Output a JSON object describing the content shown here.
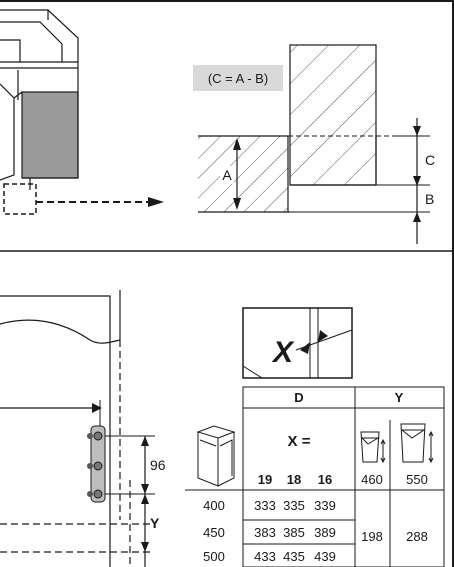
{
  "formula_label": "(C = A - B)",
  "dim_labels": {
    "a": "A",
    "b": "B",
    "c": "C"
  },
  "detail_symbol": "X",
  "dim_96": "96",
  "dim_y_side": "Y",
  "table": {
    "col_d_header": "D",
    "col_y_header": "Y",
    "x_equals": "X =",
    "thickness": [
      "19",
      "18",
      "16"
    ],
    "y_sizes": [
      "460",
      "550"
    ],
    "rows": [
      {
        "d": "400",
        "x": [
          "333",
          "335",
          "339"
        ]
      },
      {
        "d": "450",
        "x": [
          "383",
          "385",
          "389"
        ]
      },
      {
        "d": "500",
        "x": [
          "433",
          "435",
          "439"
        ]
      }
    ],
    "y_values": [
      "198",
      "288"
    ]
  },
  "colors": {
    "line": "#1a1a1a",
    "panel_gray": "#9a9a9a",
    "formula_bg": "#d9d9d9",
    "hatch": "#555555"
  }
}
